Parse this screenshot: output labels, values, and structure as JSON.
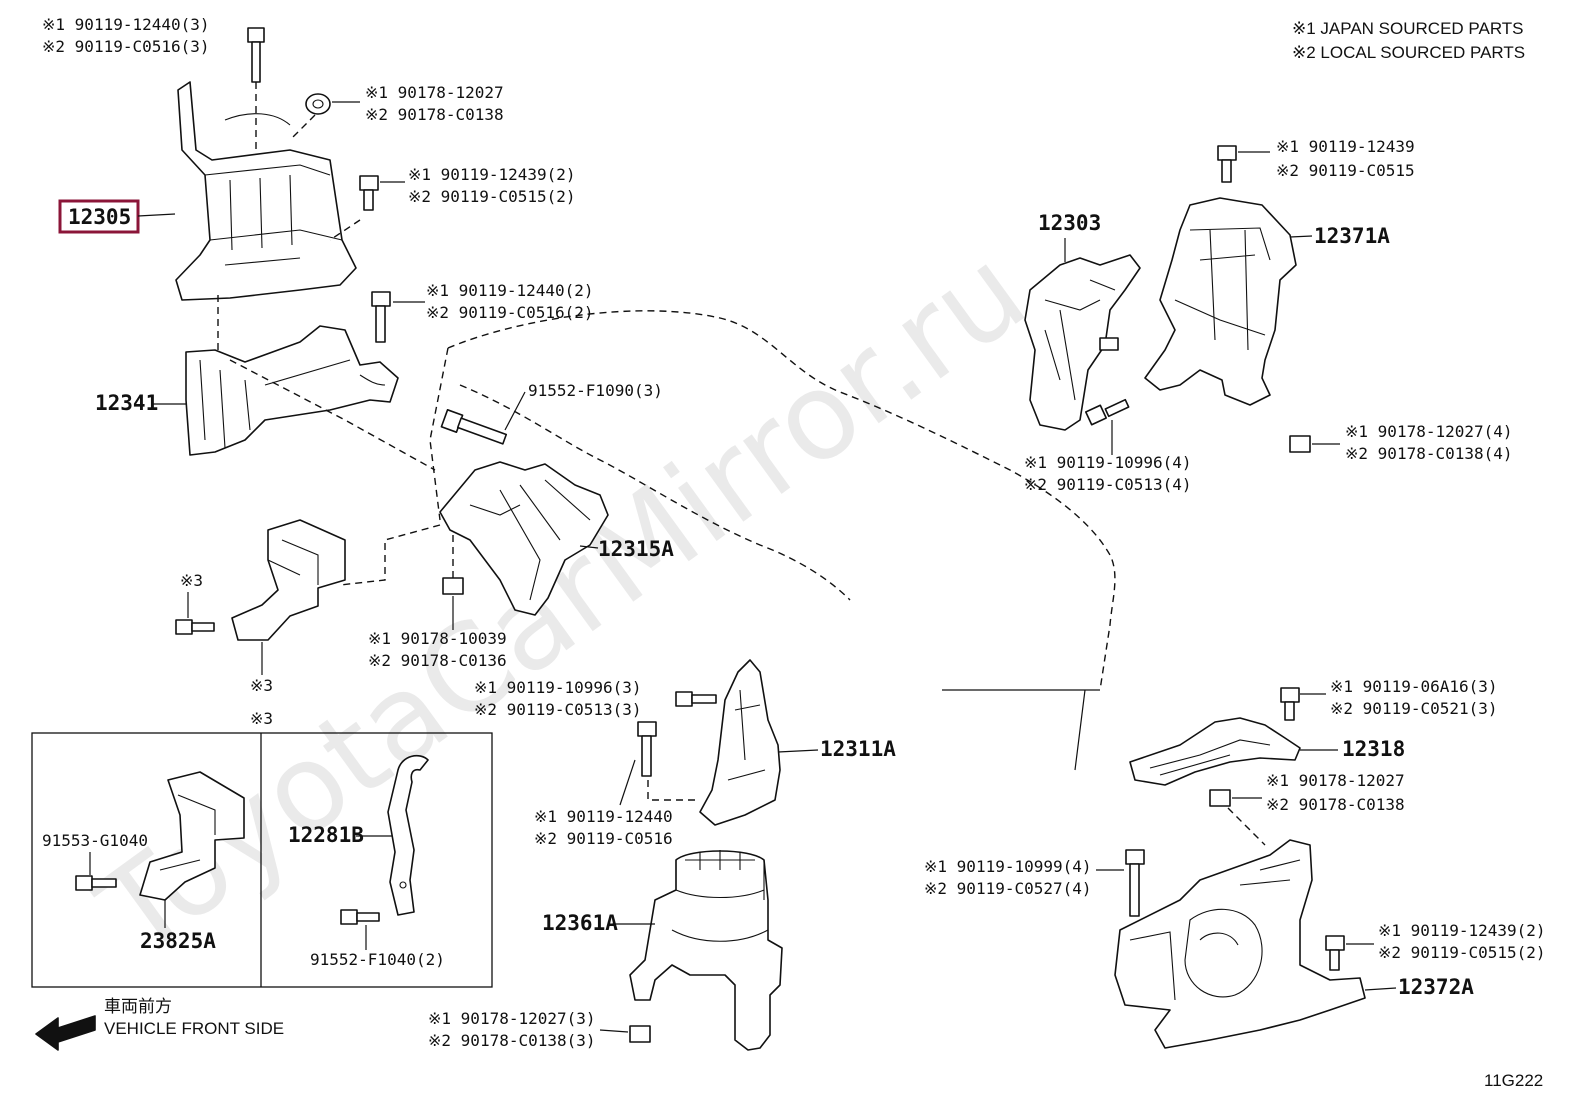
{
  "diagram_id": "11G222",
  "watermark": "ToyotaCarMirror.ru",
  "legend": {
    "japan": "※1 JAPAN SOURCED PARTS",
    "local": "※2 LOCAL SOURCED PARTS"
  },
  "front_side": {
    "jp": "車両前方",
    "en": "VEHICLE FRONT SIDE"
  },
  "accent_color": "#8b1538",
  "highlighted_part": "12305",
  "parts": {
    "p12305": "12305",
    "p12341": "12341",
    "p12315A": "12315A",
    "p12303": "12303",
    "p12371A": "12371A",
    "p12311A": "12311A",
    "p12361A": "12361A",
    "p12318": "12318",
    "p12372A": "12372A",
    "p12281B": "12281B",
    "p23825A": "23825A"
  },
  "bolts": {
    "b1_a": "※1 90119-12440(3)",
    "b1_b": "※2 90119-C0516(3)",
    "n1_a": "※1 90178-12027",
    "n1_b": "※2 90178-C0138",
    "b2_a": "※1 90119-12439(2)",
    "b2_b": "※2 90119-C0515(2)",
    "b3_a": "※1 90119-12440(2)",
    "b3_b": "※2 90119-C0516(2)",
    "b4": "91552-F1090(3)",
    "n4_a": "※1 90178-10039",
    "n4_b": "※2 90178-C0136",
    "s3_a": "※3",
    "s3_b": "※3",
    "s3_c": "※3",
    "b5_a": "※1 90119-12439",
    "b5_b": "※2 90119-C0515",
    "b6_a": "※1 90119-10996(4)",
    "b6_b": "※2 90119-C0513(4)",
    "n6_a": "※1 90178-12027(4)",
    "n6_b": "※2 90178-C0138(4)",
    "b7_a": "※1 90119-10996(3)",
    "b7_b": "※2 90119-C0513(3)",
    "b8_a": "※1 90119-12440",
    "b8_b": "※2 90119-C0516",
    "n9_a": "※1 90178-12027(3)",
    "n9_b": "※2 90178-C0138(3)",
    "b10_a": "※1 90119-06A16(3)",
    "b10_b": "※2 90119-C0521(3)",
    "n11_a": "※1 90178-12027",
    "n11_b": "※2 90178-C0138",
    "b12_a": "※1 90119-10999(4)",
    "b12_b": "※2 90119-C0527(4)",
    "b13_a": "※1 90119-12439(2)",
    "b13_b": "※2 90119-C0515(2)",
    "b14": "91553-G1040",
    "b15": "91552-F1040(2)"
  }
}
